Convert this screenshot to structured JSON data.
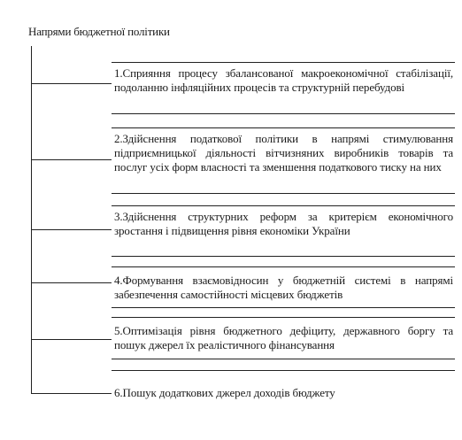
{
  "title": "Напрями бюджетної політики",
  "items": [
    {
      "text": "1.Сприяння процесу збалансованої макроекономічної стабілізації, подоланню інфляційних процесів та структурній перебудові"
    },
    {
      "text": "2.Здійснення податкової політики в напрямі стимулювання підприємницької діяльності вітчизняних виробників товарів та послуг усіх форм власності та зменшення податкового тиску на них"
    },
    {
      "text": "3.Здійснення структурних реформ за критерієм економічного зростання і підвищення рівня економіки України"
    },
    {
      "text": "4.Формування взаємовідносин у бюджетній системі в напрямі забезпечення самостійності місцевих бюджетів"
    },
    {
      "text": "5.Оптимізація рівня бюджетного дефіциту, державного боргу та пошук джерел їх реалістичного фінансування"
    },
    {
      "text": "6.Пошук додаткових джерел доходів бюджету"
    }
  ]
}
